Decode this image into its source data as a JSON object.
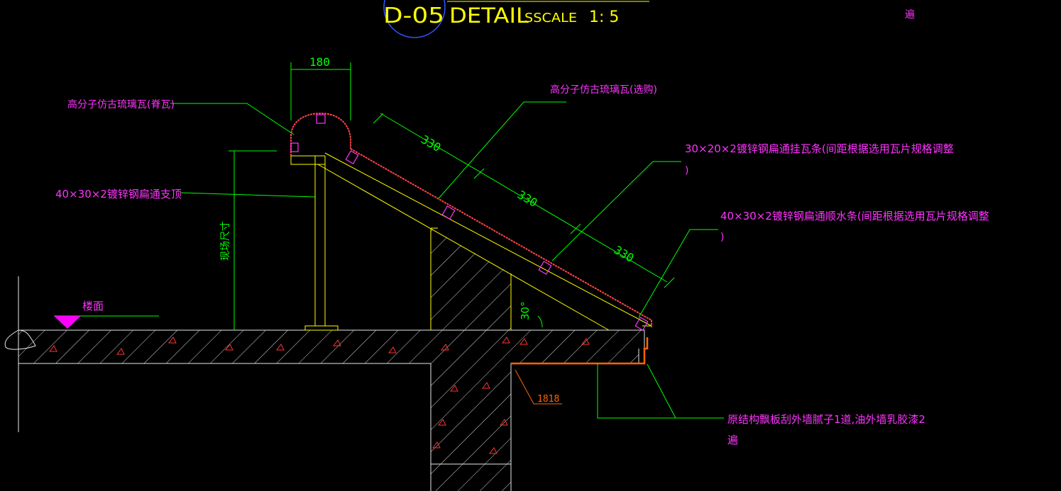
{
  "title": {
    "code": "D-05",
    "word": "DETAIL",
    "scale_prefix": "SSCALE",
    "scale_value": "1:  5"
  },
  "corner_note": "遍",
  "dimensions": {
    "width_top": "180",
    "tile_spacing_1": "330",
    "tile_spacing_2": "330",
    "tile_spacing_3": "330",
    "height_label": "现场尺寸",
    "angle": "30°",
    "edge_dim": "1818"
  },
  "labels": {
    "ridge_tile": "高分子仿古琉璃瓦(脊瓦)",
    "roof_tile": "高分子仿古琉璃瓦(选购)",
    "batten_line1": "30×20×2镀锌钢扁通挂瓦条(间距根据选用瓦片规格调整",
    "batten_line2": ")",
    "support": "40×30×2镀锌钢扁通支顶",
    "counter_batten_line1": "40×30×2镀锌钢扁通顺水条(间距根据选用瓦片规格调整",
    "counter_batten_line2": ")",
    "floor": "楼面",
    "finish_line1": "原结构飘板刮外墙腻子1道,油外墙乳胶漆2",
    "finish_line2": "遍"
  },
  "colors": {
    "background": "#000000",
    "dimension": "#00ff00",
    "annotation": "#ff33ff",
    "steel": "#ffff00",
    "concrete_outline": "#e8e8e8",
    "finish": "#ff6600",
    "tile": "#ff4444"
  }
}
